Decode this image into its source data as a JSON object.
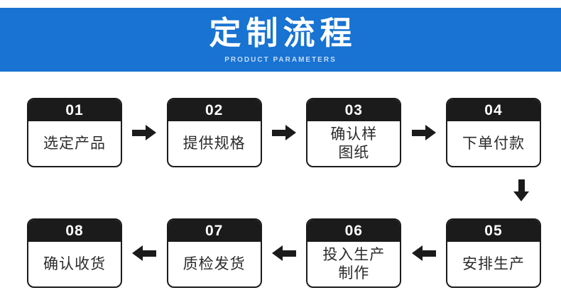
{
  "banner": {
    "title": "定制流程",
    "subtitle": "PRODUCT PARAMETERS",
    "bg_color": "#1873d2",
    "title_color": "#ffffff",
    "subtitle_color": "#c7dcf4"
  },
  "flow": {
    "box_border_color": "#1b1b1b",
    "header_bg_color": "#1b1b1b",
    "header_text_color": "#ffffff",
    "arrow_color": "#1b1b1b",
    "steps": [
      {
        "num": "01",
        "label": "选定产品"
      },
      {
        "num": "02",
        "label": "提供规格"
      },
      {
        "num": "03",
        "label": "确认样\n图纸"
      },
      {
        "num": "04",
        "label": "下单付款"
      },
      {
        "num": "05",
        "label": "安排生产"
      },
      {
        "num": "06",
        "label": "投入生产\n制作"
      },
      {
        "num": "07",
        "label": "质检发货"
      },
      {
        "num": "08",
        "label": "确认收货"
      }
    ]
  }
}
